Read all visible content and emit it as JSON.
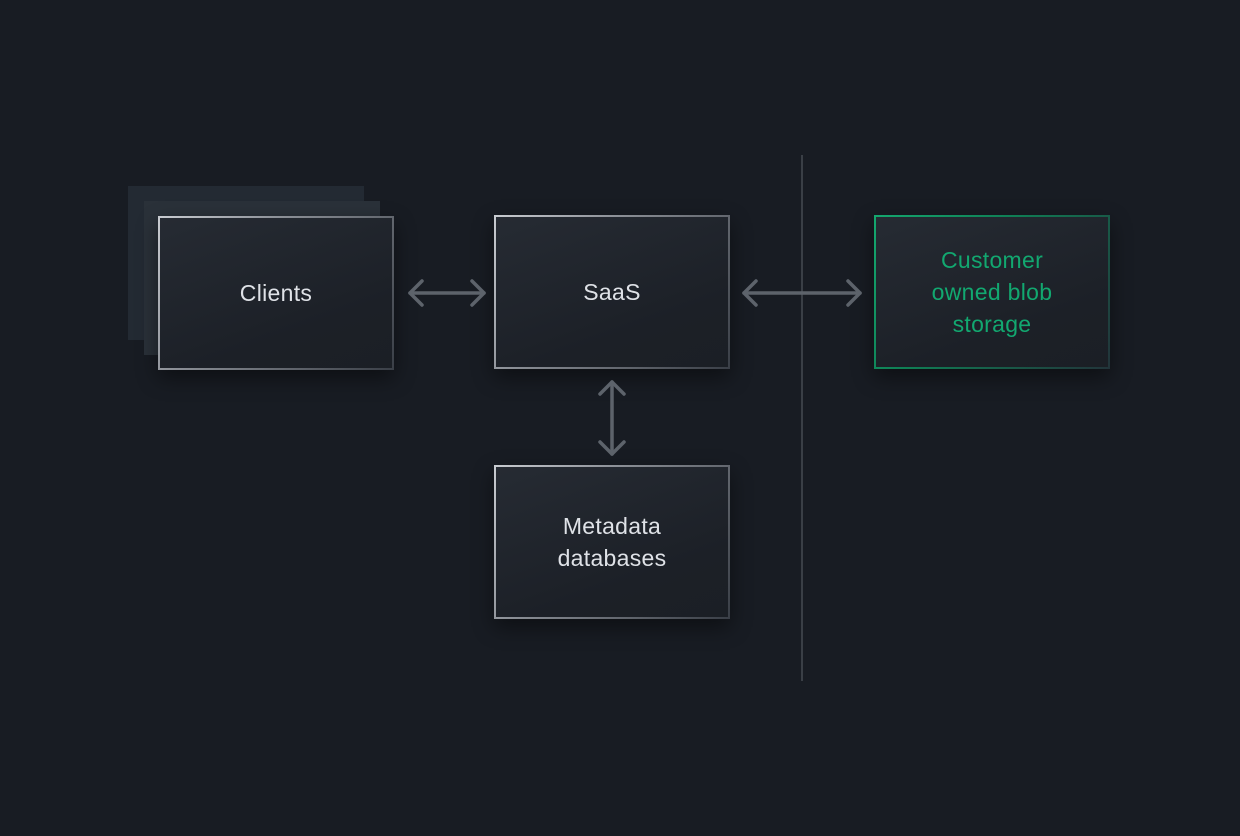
{
  "diagram": {
    "nodes": {
      "clients": {
        "label": "Clients"
      },
      "saas": {
        "label": "SaaS"
      },
      "customer_storage": {
        "label_lines": [
          "Customer",
          "owned blob",
          "storage"
        ]
      },
      "metadata": {
        "label_lines": [
          "Metadata",
          "databases"
        ]
      }
    },
    "edges": [
      {
        "from": "clients",
        "to": "saas",
        "direction": "bidirectional"
      },
      {
        "from": "saas",
        "to": "customer_storage",
        "direction": "bidirectional"
      },
      {
        "from": "saas",
        "to": "metadata",
        "direction": "bidirectional"
      }
    ],
    "colors": {
      "background": "#181c23",
      "node_text": "#dfe2e7",
      "accent_green": "#12a870",
      "arrow": "#5d636b",
      "divider": "#3a3f46"
    }
  }
}
